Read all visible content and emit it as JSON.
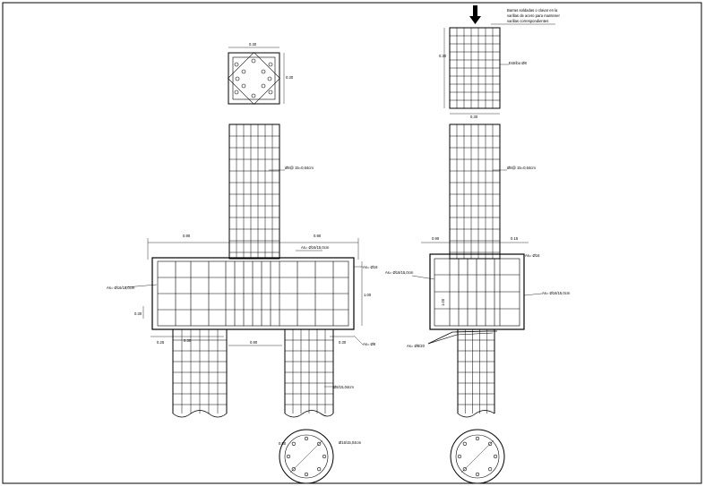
{
  "labels": {
    "top_section_width": "0.30",
    "top_section_height": "0.30",
    "left_column_stirrup": "Ø8@ 15=0,64cm",
    "cap_left_width": "0.90",
    "cap_right_width": "0.90",
    "cap_top_bar": "As= Ø16/15,0cm",
    "cap_left_bar": "As= Ø16/15,0cm",
    "cap_right_bar_top": "As= Ø16",
    "cap_right_bar_bottom": "As= Ø8",
    "cap_height": "1.00",
    "cap_side_offset": "0.30",
    "cap_bottom_left": "0.25",
    "cap_bottom_left_2": "0.30",
    "pile_gap": "0.90",
    "cap_bottom_right": "0.30",
    "pile_stirrup": "Ø8/15,04cm",
    "circle_left_label": "Ø16/15,04cm",
    "circle_left_dim": "0.50",
    "note_text_1": "Barras soldadas o clavar en la",
    "note_text_2": "varillas de acero para mantener",
    "note_text_3": "varillas correspondientes",
    "right_top_dim": "0.30",
    "right_stirrup_top": "Estribo Ø8",
    "right_width": "0.30",
    "right_column_stirrup": "Ø8@ 15=0,64cm",
    "right_cap_left": "0.90",
    "right_cap_right": "0.15",
    "right_cap_bar_top": "As= Ø16",
    "right_cap_bar_left": "As= Ø16/15,0cm",
    "right_cap_bar_right": "As= Ø16/15,0cm",
    "right_cap_height": "1.00",
    "right_cap_bottom_bar": "As= Ø8/20"
  }
}
